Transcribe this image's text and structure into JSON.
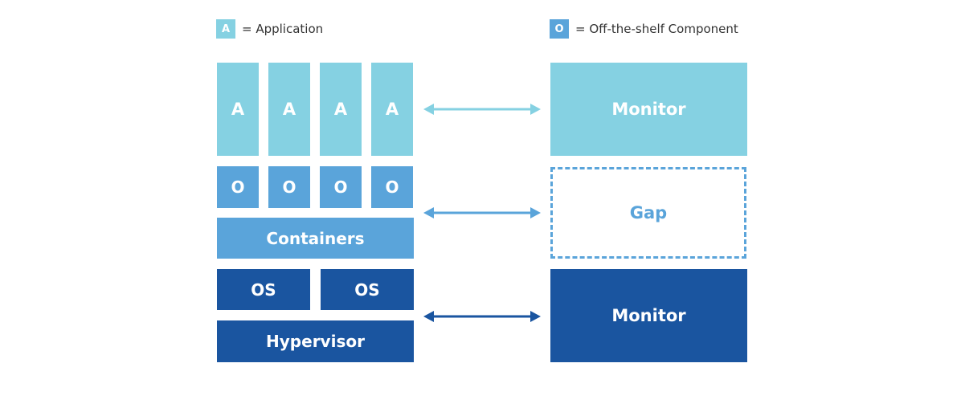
{
  "legend": {
    "application": {
      "swatch_letter": "A",
      "label": "= Application",
      "color": "#85d1e2"
    },
    "off_the_shelf": {
      "swatch_letter": "O",
      "label": "= Off-the-shelf Component",
      "color": "#5aa4da"
    }
  },
  "stack": {
    "applications": [
      "A",
      "A",
      "A",
      "A"
    ],
    "components": [
      "O",
      "O",
      "O",
      "O"
    ],
    "containers": "Containers",
    "os": [
      "OS",
      "OS"
    ],
    "hypervisor": "Hypervisor"
  },
  "monitors": {
    "top": "Monitor",
    "gap": "Gap",
    "bottom": "Monitor"
  },
  "colors": {
    "light_blue": "#85d1e2",
    "mid_blue": "#5aa4da",
    "dark_blue": "#1a55a0"
  }
}
